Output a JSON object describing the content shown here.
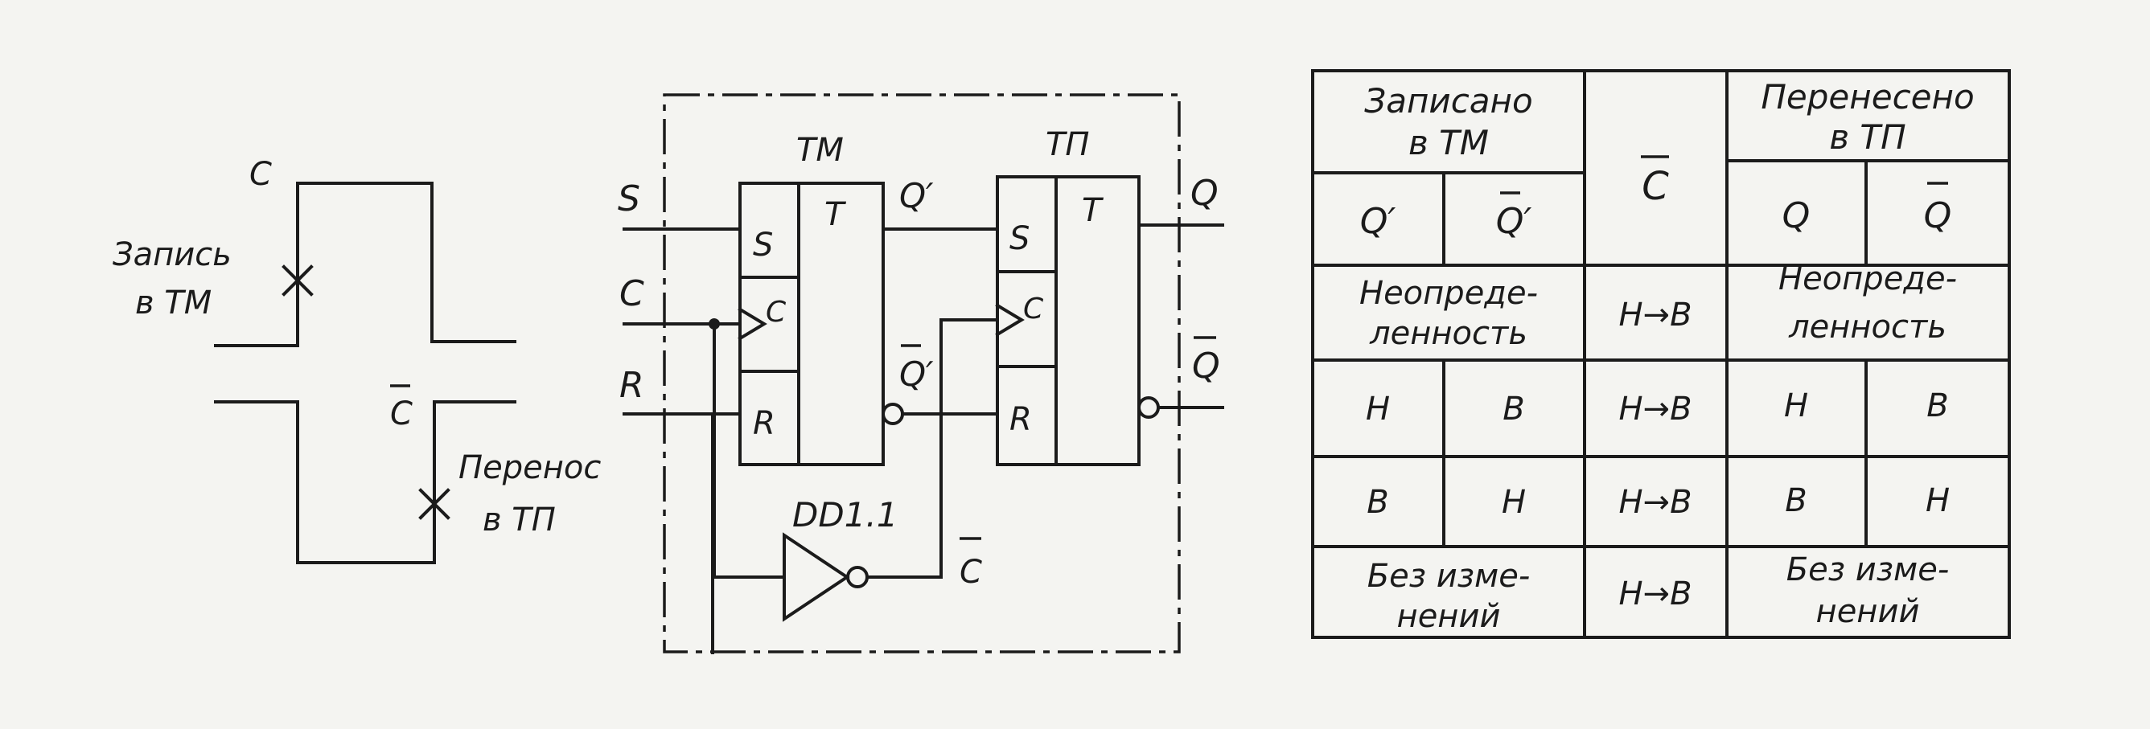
{
  "timing": {
    "c_label": "C",
    "cbar_label": "C",
    "write_line1": "Запись",
    "write_line2": "в ТМ",
    "transfer_line1": "Перенос",
    "transfer_line2": "в ТП"
  },
  "circuit": {
    "input_s": "S",
    "input_c": "C",
    "input_r": "R",
    "tm_label": "ТМ",
    "tp_label": "ТП",
    "pin_s": "S",
    "pin_c": "C",
    "pin_r": "R",
    "pin_t": "T",
    "q_prime": "Q′",
    "q_prime_bar": "Q′",
    "out_q": "Q",
    "out_q_bar": "Q",
    "inverter": "DD1.1",
    "inverter_out": "C"
  },
  "table": {
    "head_written_1": "Записано",
    "head_written_2": "в ТМ",
    "head_cbar": "C",
    "head_transferred_1": "Перенесено",
    "head_transferred_2": "в ТП",
    "col_q_prime": "Q′",
    "col_q_prime_bar": "Q′",
    "col_q": "Q",
    "col_q_bar": "Q",
    "rows": [
      {
        "left1": "Неопреде-",
        "left2": "ленность",
        "c": "Н→В",
        "right1": "Неопреде-",
        "right2": "ленность"
      },
      {
        "a": "Н",
        "b": "В",
        "c": "Н→В",
        "d": "Н",
        "e": "В"
      },
      {
        "a": "В",
        "b": "Н",
        "c": "Н→В",
        "d": "В",
        "e": "Н"
      },
      {
        "left1": "Без изме-",
        "left2": "нений",
        "c": "Н→В",
        "right1": "Без изме-",
        "right2": "нений"
      }
    ]
  }
}
